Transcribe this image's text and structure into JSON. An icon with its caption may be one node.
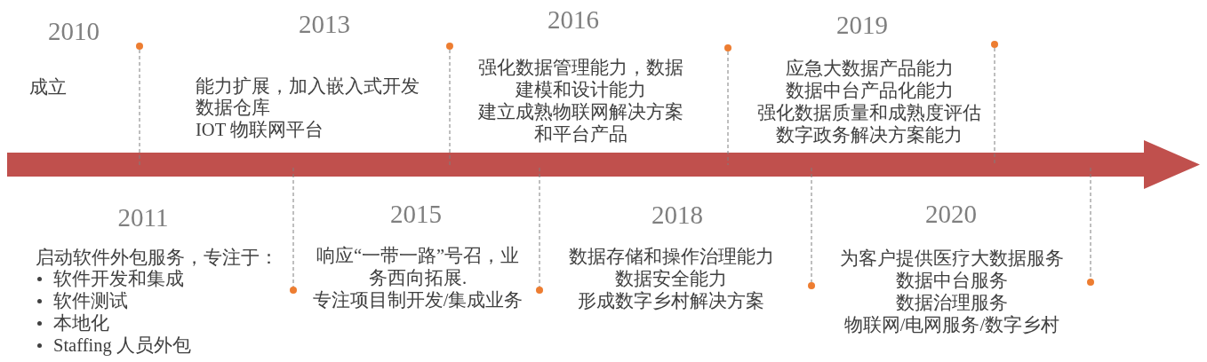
{
  "diagram": {
    "labels": [
      "2010",
      "成立",
      "2011",
      "启动软件外包服务，专注于：",
      "软件开发和集成",
      "软件测试",
      "本地化",
      "Staffing 人员外包",
      "2013",
      "能力扩展，加入嵌入式开发",
      "数据仓库",
      "IOT 物联网平台",
      "2015",
      "响应“一带一路”号召，业务西向拓展.",
      "专注项目制开发/集成业务",
      "2016",
      "强化数据管理能力，数据建模和设计能力",
      "建立成熟物联网解决方案和平台产品",
      "2018",
      "数据存储和操作治理能力",
      "数据安全能力",
      "形成数字乡村解决方案",
      "2019",
      "应急大数据产品能力",
      "数据中台产品化能力",
      "强化数据质量和成熟度评估",
      "数字政务解决方案能力",
      "2020",
      "为客户提供医疗大数据服务",
      "数据中台服务",
      "数据治理服务",
      "物联网/电网服务/数字乡村"
    ]
  }
}
